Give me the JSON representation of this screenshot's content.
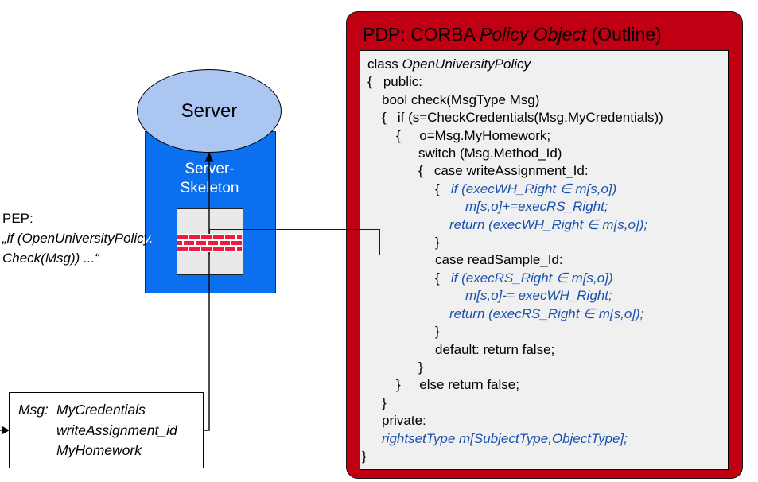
{
  "colors": {
    "pdp_red": "#c00012",
    "panel_gray": "#f0f0f0",
    "code_blue": "#1b52ad",
    "skeleton_blue": "#0a70f0",
    "ellipse_blue": "#abc6f0",
    "brick_red": "#ef1a3e"
  },
  "icons": {
    "firewall": "brick-wall-icon",
    "flow_arrow": "arrow-up-icon",
    "input_arrow": "arrow-right-icon"
  },
  "server": {
    "label": "Server",
    "skeleton_line1": "Server-",
    "skeleton_line2": "Skeleton"
  },
  "pep": {
    "label": "PEP:",
    "quote_line1": "„if (OpenUniversityPolicy.",
    "quote_line2": "Check(Msg)) ...“"
  },
  "msg_box": {
    "label": "Msg:",
    "items": [
      "MyCredentials",
      "writeAssignment_id",
      "MyHomework"
    ]
  },
  "pdp": {
    "title_segments": [
      {
        "s": "n",
        "t": "PDP: CORBA "
      },
      {
        "s": "i",
        "t": "Policy Object"
      },
      {
        "s": "n",
        "t": " (Outline)"
      }
    ],
    "code_lines": [
      {
        "ind": 9,
        "segs": [
          {
            "s": "n",
            "t": "class "
          },
          {
            "s": "i",
            "t": "OpenUniversityPolicy"
          }
        ]
      },
      {
        "ind": 9,
        "segs": [
          {
            "s": "n",
            "t": "{   public:"
          }
        ]
      },
      {
        "ind": 27,
        "segs": [
          {
            "s": "n",
            "t": "bool check(MsgType Msg)"
          }
        ]
      },
      {
        "ind": 27,
        "segs": [
          {
            "s": "n",
            "t": "{   if (s=CheckCredentials(Msg.MyCredentials))"
          }
        ]
      },
      {
        "ind": 45,
        "segs": [
          {
            "s": "n",
            "t": "{     o=Msg.MyHomework;"
          }
        ]
      },
      {
        "ind": 73,
        "segs": [
          {
            "s": "n",
            "t": "switch (Msg.Method_Id)"
          }
        ]
      },
      {
        "ind": 73,
        "segs": [
          {
            "s": "n",
            "t": "{   case writeAssignment_Id:"
          }
        ]
      },
      {
        "ind": 94,
        "segs": [
          {
            "s": "n",
            "t": "{   "
          },
          {
            "s": "b",
            "t": "if (execWH_Right ∈ m[s,o])"
          }
        ]
      },
      {
        "ind": 132,
        "segs": [
          {
            "s": "b",
            "t": "m[s,o]+=execRS_Right;"
          }
        ]
      },
      {
        "ind": 112,
        "segs": [
          {
            "s": "b",
            "t": "return (execWH_Right ∈ m[s,o]);"
          }
        ]
      },
      {
        "ind": 94,
        "segs": [
          {
            "s": "n",
            "t": "}"
          }
        ]
      },
      {
        "ind": 94,
        "segs": [
          {
            "s": "n",
            "t": "case readSample_Id:"
          }
        ]
      },
      {
        "ind": 94,
        "segs": [
          {
            "s": "n",
            "t": "{   "
          },
          {
            "s": "b",
            "t": "if (execRS_Right ∈ m[s,o])"
          }
        ]
      },
      {
        "ind": 132,
        "segs": [
          {
            "s": "b",
            "t": "m[s,o]-= execWH_Right;"
          }
        ]
      },
      {
        "ind": 112,
        "segs": [
          {
            "s": "b",
            "t": "return (execRS_Right ∈ m[s,o]);"
          }
        ]
      },
      {
        "ind": 94,
        "segs": [
          {
            "s": "n",
            "t": "}"
          }
        ]
      },
      {
        "ind": 94,
        "segs": [
          {
            "s": "n",
            "t": "default: return false;"
          }
        ]
      },
      {
        "ind": 73,
        "segs": [
          {
            "s": "n",
            "t": "}"
          }
        ]
      },
      {
        "ind": 45,
        "segs": [
          {
            "s": "n",
            "t": "}     else return false;"
          }
        ]
      },
      {
        "ind": 27,
        "segs": [
          {
            "s": "n",
            "t": "}"
          }
        ]
      },
      {
        "ind": 27,
        "segs": [
          {
            "s": "n",
            "t": "private:"
          }
        ]
      },
      {
        "ind": 27,
        "segs": [
          {
            "s": "b",
            "t": "rightsetType m[SubjectType,ObjectType];"
          }
        ]
      },
      {
        "ind": 2,
        "segs": [
          {
            "s": "n",
            "t": "}"
          }
        ]
      }
    ]
  }
}
